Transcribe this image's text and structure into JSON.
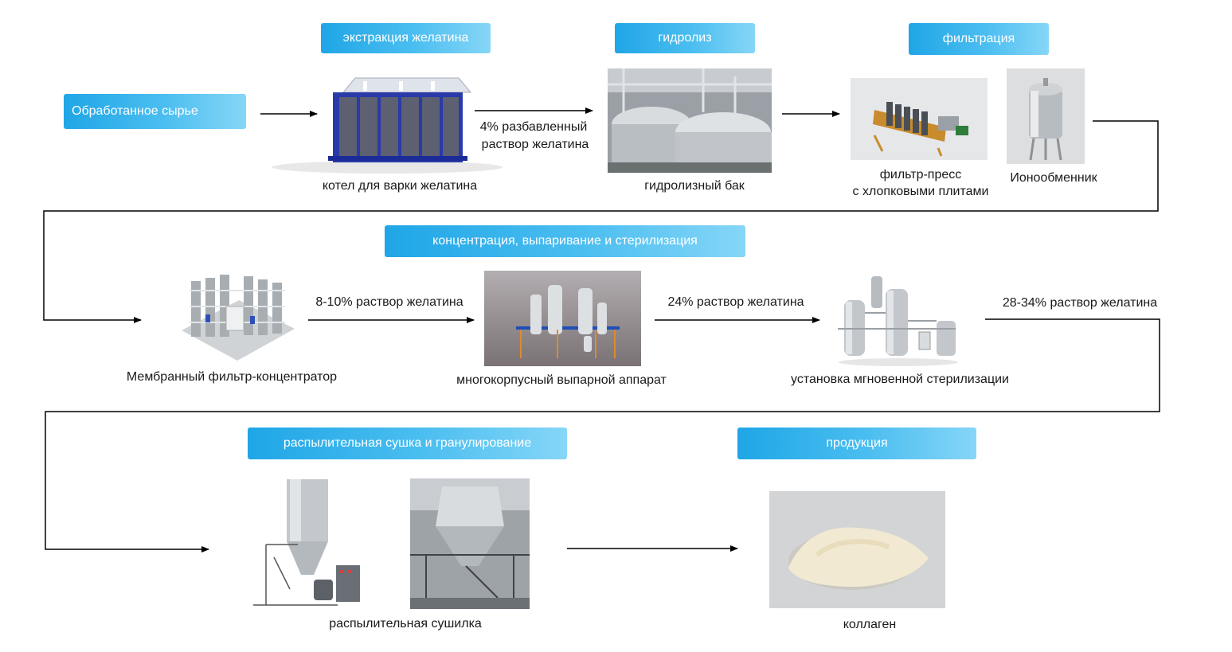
{
  "stages": {
    "raw_material": "Обработанное сырье",
    "extraction": "экстракция желатина",
    "hydrolysis": "гидролиз",
    "filtration": "фильтрация",
    "concentration": "концентрация, выпаривание и стерилизация",
    "spray_drying": "распылительная сушка и гранулирование",
    "products": "продукция"
  },
  "equipment": {
    "boiler": "котел для варки желатина",
    "hydrolysis_tank": "гидролизный бак",
    "filter_press_line1": "фильтр-пресс",
    "filter_press_line2": "с хлопковыми плитами",
    "ion_exchanger": "Ионообменник",
    "membrane": "Мембранный фильтр-концентратор",
    "evaporator": "многокорпусный выпарной аппарат",
    "sterilizer": "установка мгновенной стерилизации",
    "spray_dryer": "распылительная сушилка",
    "collagen": "коллаген"
  },
  "flows": {
    "dilute_line1": "4% разбавленный",
    "dilute_line2": "раствор желатина",
    "conc_8_10": "8-10% раствор желатина",
    "conc_24": "24% раствор желатина",
    "conc_28_34": "28-34% раствор желатина"
  },
  "colors": {
    "tag_start": "#1fa6e6",
    "tag_end": "#86d6f7",
    "line": "#000000"
  }
}
